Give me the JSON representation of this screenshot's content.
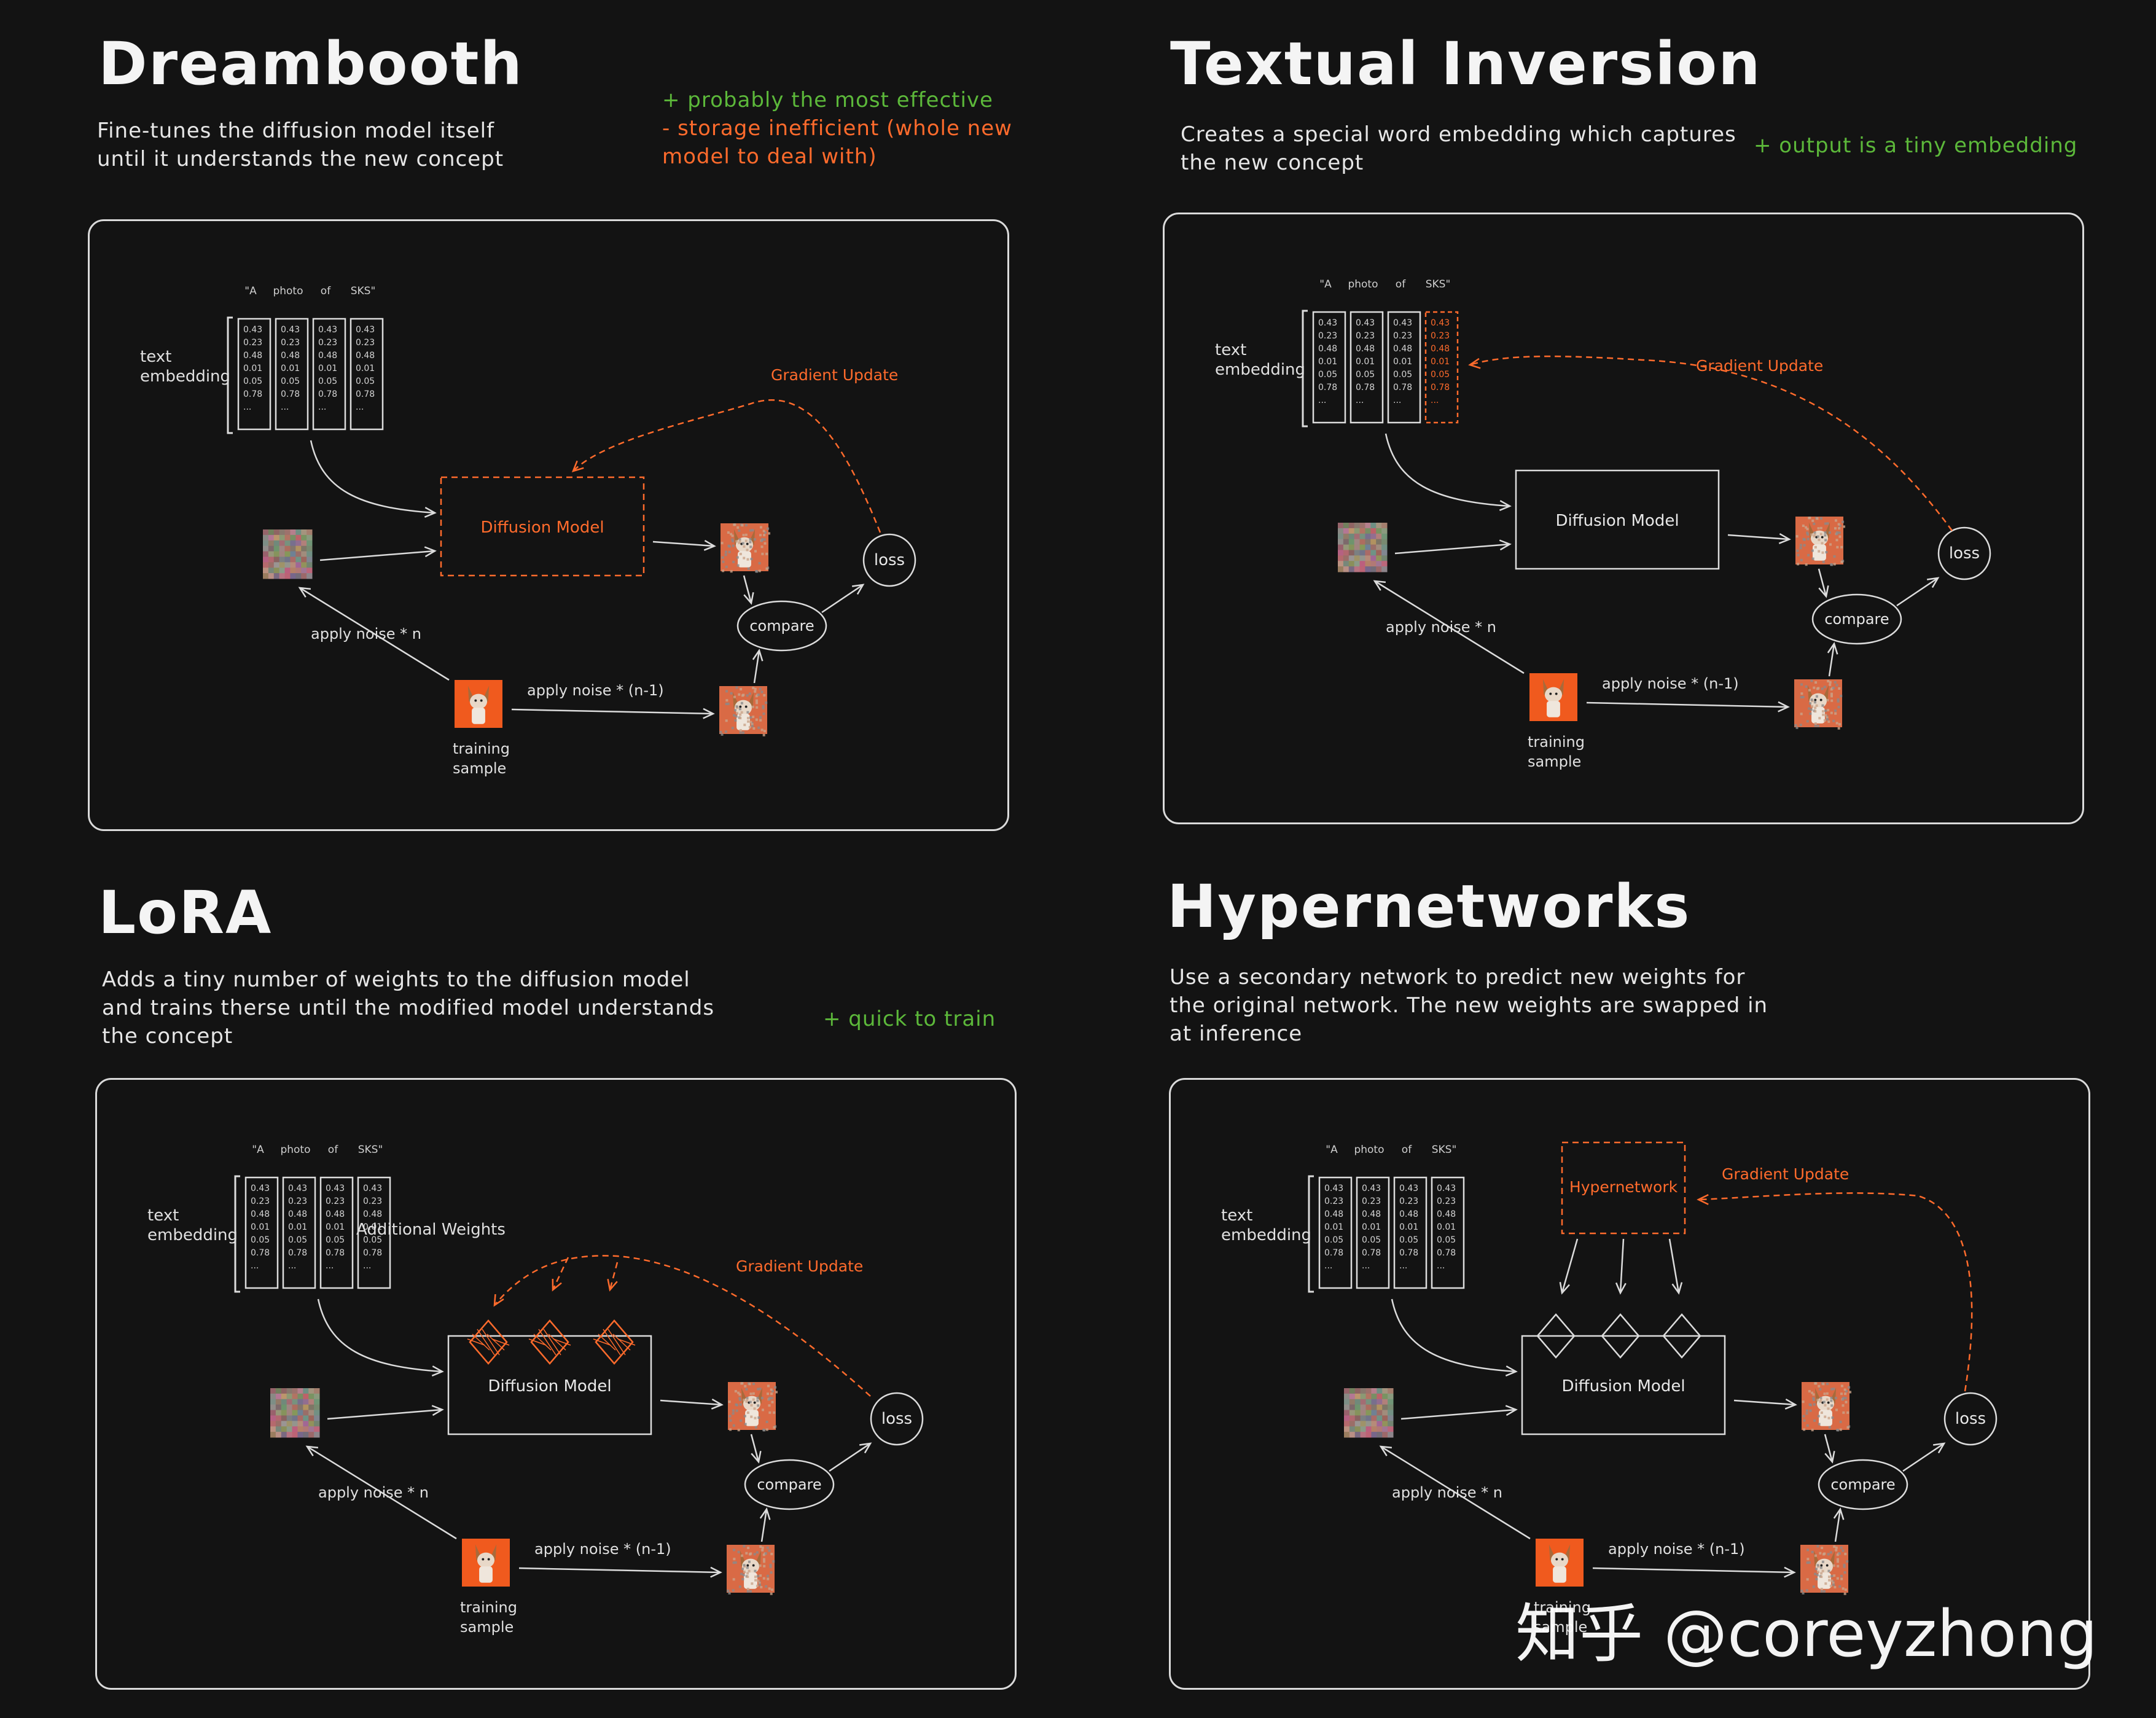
{
  "panels": [
    {
      "id": "dreambooth",
      "title": "Dreambooth",
      "description": [
        "Fine-tunes the diffusion model itself",
        "until it understands the new concept"
      ],
      "notes": [
        {
          "text": "+ probably the most effective",
          "kind": "pro"
        },
        {
          "text": "- storage inefficient (whole new",
          "kind": "con"
        },
        {
          "text": "model to deal with)",
          "kind": "con"
        }
      ],
      "diagram": {
        "tokens": [
          "\"A",
          "photo",
          "of",
          "SKS\""
        ],
        "embedding_values": [
          "0.43",
          "0.23",
          "0.48",
          "0.01",
          "0.05",
          "0.78",
          "..."
        ],
        "text_embedding_label": [
          "text",
          "embedding"
        ],
        "model_label": "Diffusion Model",
        "gradient_label": "Gradient Update",
        "loss_label": "loss",
        "compare_label": "compare",
        "apply_noise_n": "apply noise * n",
        "apply_noise_n1": "apply noise * (n-1)",
        "training_sample": [
          "training",
          "sample"
        ]
      }
    },
    {
      "id": "textual-inversion",
      "title": "Textual Inversion",
      "description": [
        "Creates a special word embedding which captures",
        "the new concept"
      ],
      "notes": [
        {
          "text": "+ output is a tiny embedding",
          "kind": "pro"
        }
      ],
      "diagram": {
        "tokens": [
          "\"A",
          "photo",
          "of",
          "SKS\""
        ],
        "embedding_values": [
          "0.43",
          "0.23",
          "0.48",
          "0.01",
          "0.05",
          "0.78",
          "..."
        ],
        "text_embedding_label": [
          "text",
          "embedding"
        ],
        "model_label": "Diffusion Model",
        "gradient_label": "Gradient Update",
        "loss_label": "loss",
        "compare_label": "compare",
        "apply_noise_n": "apply noise * n",
        "apply_noise_n1": "apply noise * (n-1)",
        "training_sample": [
          "training",
          "sample"
        ]
      }
    },
    {
      "id": "lora",
      "title": "LoRA",
      "description": [
        "Adds a tiny number of weights to the diffusion model",
        "and trains therse until the modified model understands",
        "the concept"
      ],
      "notes": [
        {
          "text": "+ quick to train",
          "kind": "pro"
        }
      ],
      "diagram": {
        "tokens": [
          "\"A",
          "photo",
          "of",
          "SKS\""
        ],
        "embedding_values": [
          "0.43",
          "0.23",
          "0.48",
          "0.01",
          "0.05",
          "0.78",
          "..."
        ],
        "text_embedding_label": [
          "text",
          "embedding"
        ],
        "model_label": "Diffusion Model",
        "extra_label": "Additional Weights",
        "gradient_label": "Gradient Update",
        "loss_label": "loss",
        "compare_label": "compare",
        "apply_noise_n": "apply noise * n",
        "apply_noise_n1": "apply noise * (n-1)",
        "training_sample": [
          "training",
          "sample"
        ]
      }
    },
    {
      "id": "hypernetworks",
      "title": "Hypernetworks",
      "description": [
        "Use a secondary network to predict new weights for",
        "the original network. The new weights are swapped in",
        "at inference"
      ],
      "notes": [],
      "diagram": {
        "tokens": [
          "\"A",
          "photo",
          "of",
          "SKS\""
        ],
        "embedding_values": [
          "0.43",
          "0.23",
          "0.48",
          "0.01",
          "0.05",
          "0.78",
          "..."
        ],
        "text_embedding_label": [
          "text",
          "embedding"
        ],
        "model_label": "Diffusion Model",
        "hyper_label": "Hypernetwork",
        "gradient_label": "Gradient Update",
        "loss_label": "loss",
        "compare_label": "compare",
        "apply_noise_n": "apply noise * n",
        "apply_noise_n1": "apply noise * (n-1)",
        "training_sample": [
          "training",
          "sample"
        ]
      }
    }
  ],
  "watermark": "知乎 @coreyzhong",
  "colors": {
    "accent": "#ff6b2c",
    "pro": "#5cb83a",
    "line": "#dcdcdc",
    "bg": "#131313"
  }
}
